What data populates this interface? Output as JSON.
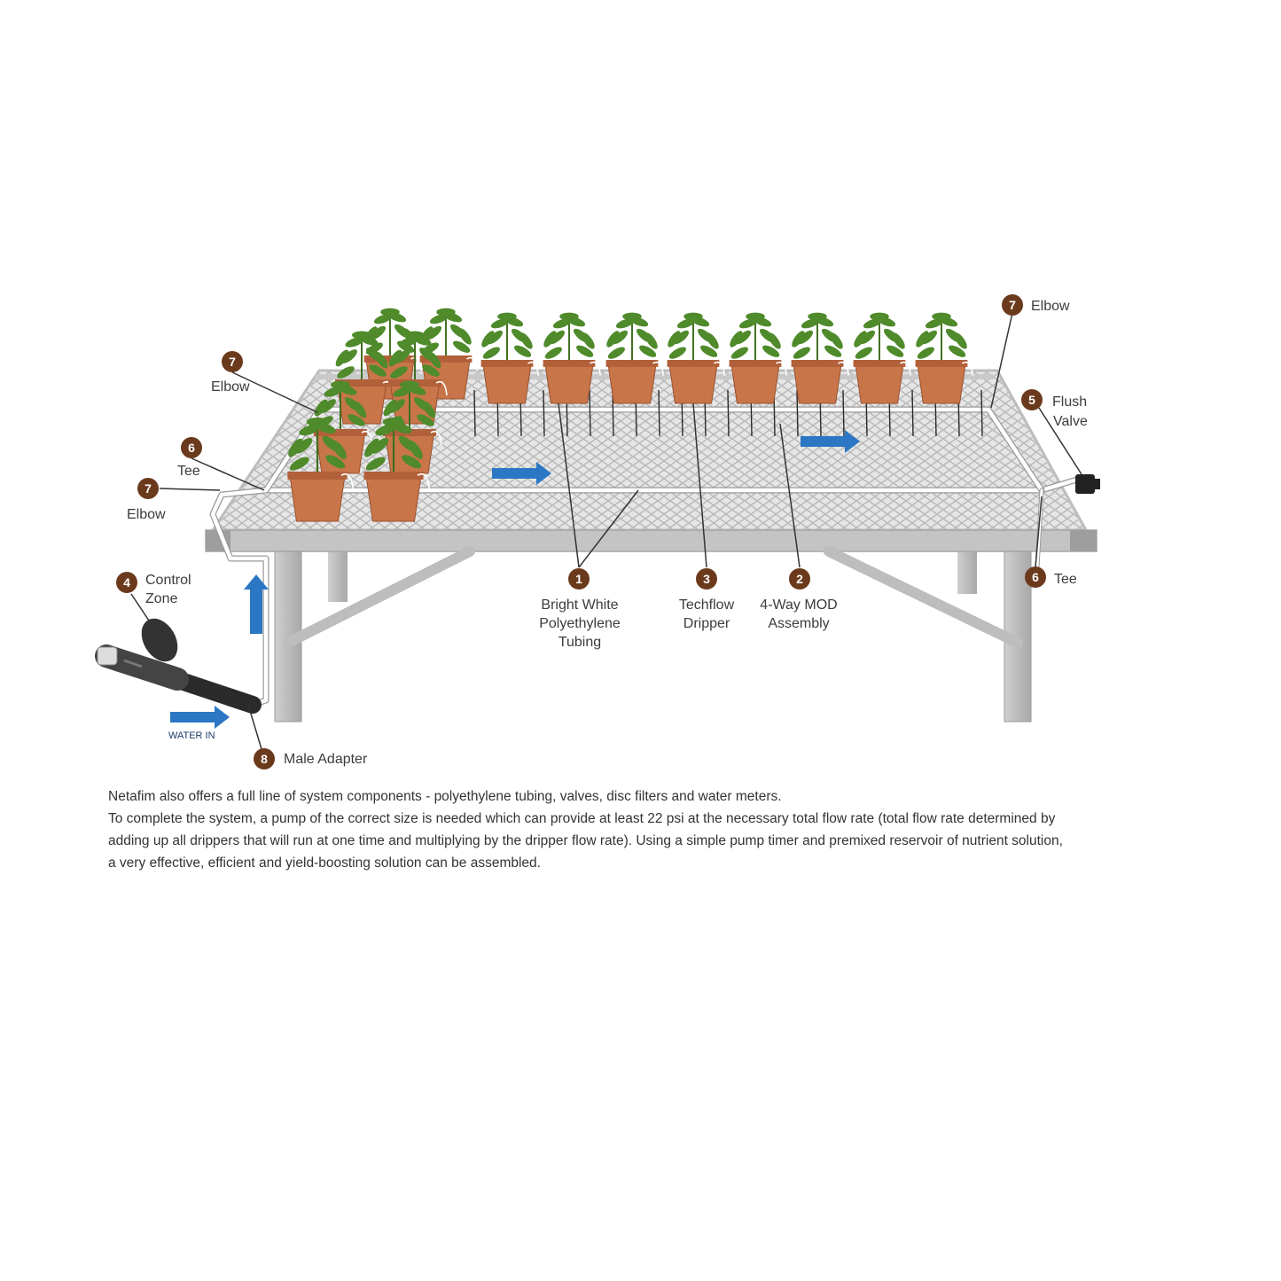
{
  "colors": {
    "badge": "#6b3a1c",
    "flow_arrow": "#2b77c4",
    "pot": "#c8754a",
    "pot_rim": "#b2603a",
    "plant": "#4f8a2b",
    "table_frame": "#bdbdbd",
    "table_mesh": "#d9d9d9",
    "tubing": "#ffffff",
    "leader_line": "#333333"
  },
  "callouts": {
    "elbow_top_right": {
      "number": "7",
      "label": "Elbow"
    },
    "elbow_left_upper": {
      "number": "7",
      "label": "Elbow"
    },
    "elbow_left_lower": {
      "number": "7",
      "label": "Elbow"
    },
    "tee_left": {
      "number": "6",
      "label": "Tee"
    },
    "tee_right": {
      "number": "6",
      "label": "Tee"
    },
    "flush_valve": {
      "number": "5",
      "label_lines": [
        "Flush",
        "Valve"
      ]
    },
    "control_zone": {
      "number": "4",
      "label_lines": [
        "Control",
        "Zone"
      ]
    },
    "male_adapter": {
      "number": "8",
      "label": "Male Adapter"
    },
    "tubing": {
      "number": "1",
      "label_lines": [
        "Bright White",
        "Polyethylene",
        "Tubing"
      ]
    },
    "dripper": {
      "number": "3",
      "label_lines": [
        "Techflow",
        "Dripper"
      ]
    },
    "mod_assembly": {
      "number": "2",
      "label_lines": [
        "4-Way MOD",
        "Assembly"
      ]
    }
  },
  "water_in_label": "WATER IN",
  "icons": [
    "flow-arrow-icon",
    "plant-pot-icon",
    "control-zone-valve-icon",
    "flush-valve-icon"
  ],
  "caption": {
    "line1": "Netafim also offers a full line of system components - polyethylene tubing, valves, disc filters and water meters.",
    "line2": "To complete the system, a pump of the correct size is needed which can provide at least 22 psi at the necessary total flow rate (total flow rate determined by adding up all drippers that will run at one time and multiplying by the dripper flow rate). Using a simple pump timer and premixed reservoir of nutrient solution, a very effective, efficient and yield-boosting solution can be assembled."
  }
}
